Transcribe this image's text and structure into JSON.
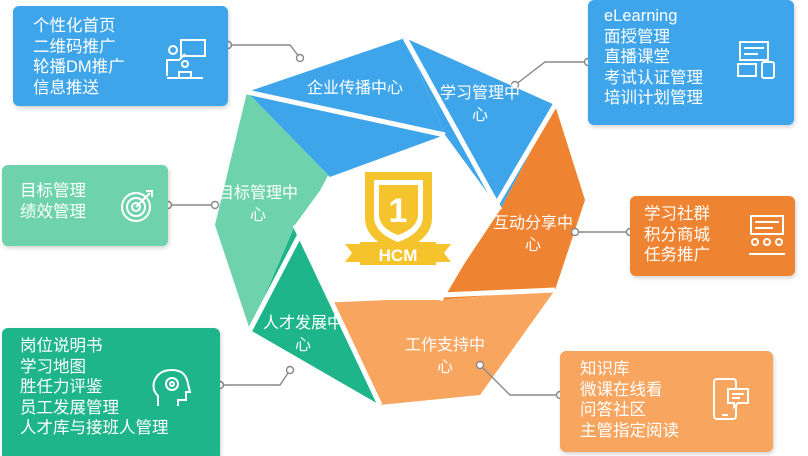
{
  "center": {
    "badge_number": "1",
    "badge_text": "HCM"
  },
  "segments": {
    "enterprise": "企业传播中心",
    "learning": "学习管理中心",
    "interaction": "互动分享中心",
    "work": "工作支持中心",
    "talent": "人才发展中心",
    "goal": "目标管理中心"
  },
  "boxes": {
    "enterprise": [
      "个性化首页",
      "二维码推广",
      "轮播DM推广",
      "信息推送"
    ],
    "learning": [
      "eLearning",
      "面授管理",
      "直播课堂",
      "考试认证管理",
      "培训计划管理"
    ],
    "interaction": [
      "学习社群",
      "积分商城",
      "任务推广"
    ],
    "work": [
      "知识库",
      "微课在线看",
      "问答社区",
      "主管指定阅读"
    ],
    "talent": [
      "岗位说明书",
      "学习地图",
      "胜任力评鉴",
      "员工发展管理",
      "人才库与接班人管理"
    ],
    "goal": [
      "目标管理",
      "绩效管理"
    ]
  },
  "colors": {
    "blue": "#3fa5ea",
    "orange_dark": "#ee8431",
    "orange_light": "#f8a560",
    "green_dark": "#1fb58a",
    "green_light": "#6ed3ad",
    "gold": "#f5c42c"
  }
}
